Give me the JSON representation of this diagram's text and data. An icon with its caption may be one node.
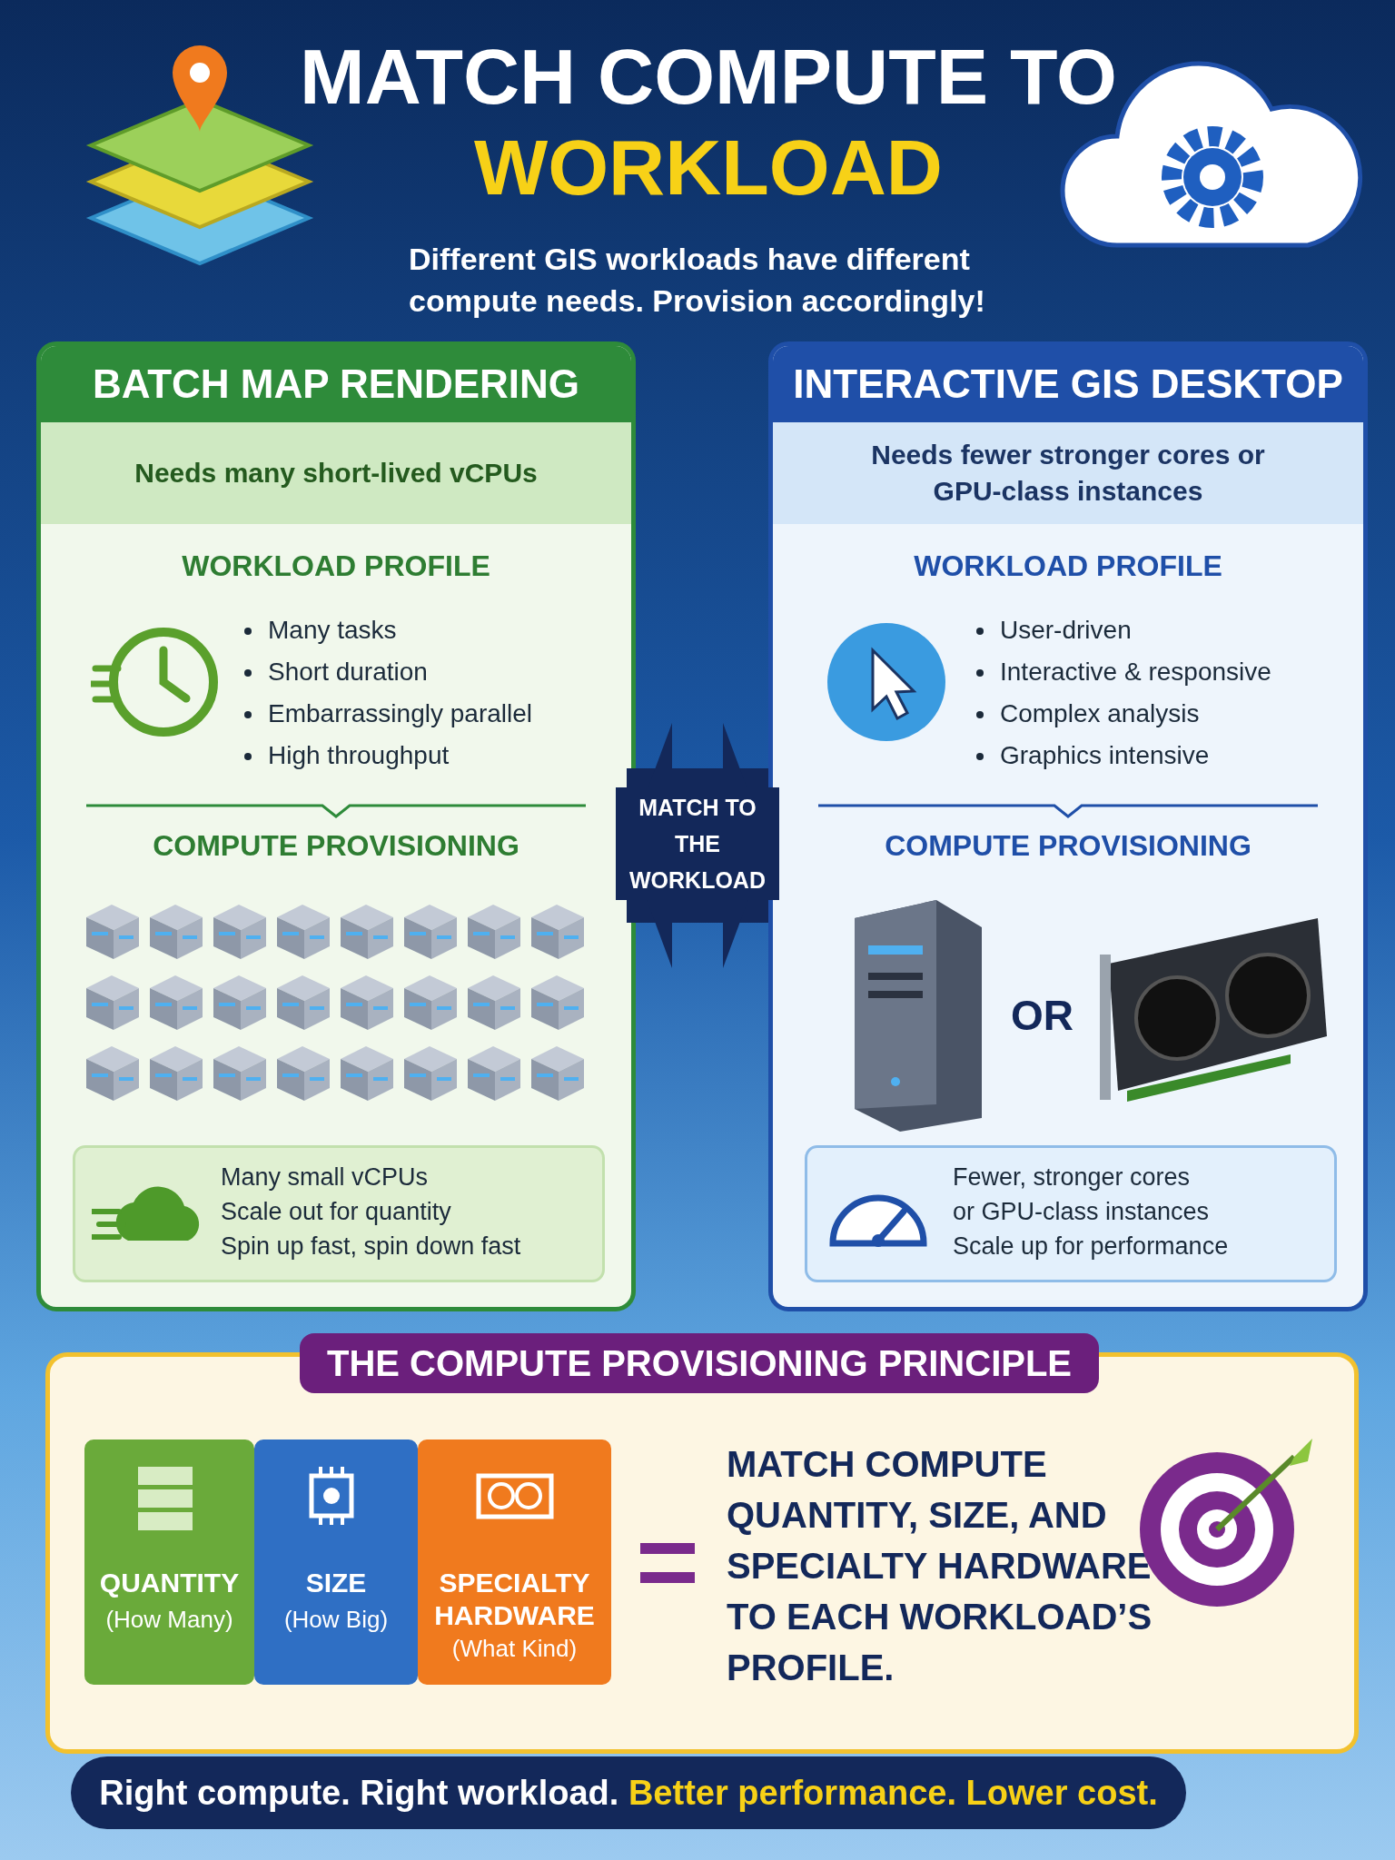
{
  "diagram": {
    "title": "MATCH COMPUTE TO WORKLOAD",
    "nodes": [
      {
        "text": [
          "BATCH MAP RENDERING",
          "Needs many short-lived vCPUs",
          "WORKLOAD PROFILE",
          "Many tasks",
          "Short duration",
          "Embarrassingly parallel",
          "High throughput",
          "COMPUTE PROVISIONING"
        ]
      },
      {
        "text": [
          "Many small vCPUs",
          "Scale out for quantity",
          "Spin up fast, spin down fast"
        ],
        "in": 0
      },
      {
        "text": [
          "INTERACTIVE GIS DESKTOP",
          "Needs fewer stronger cores or GPU-class instances",
          "WORKLOAD PROFILE",
          "User-driven",
          "Interactive & responsive",
          "Complex analysis",
          "Graphics intensive",
          "COMPUTE PROVISIONING"
        ]
      },
      {
        "text": [
          "Fewer, stronger cores",
          "or GPU-class instances",
          "Scale up for performance"
        ],
        "in": 2
      },
      {
        "text": [
          "THE COMPUTE PROVISIONING PRINCIPLE"
        ]
      },
      {
        "text": [
          "QUANTITY",
          "(How Many)"
        ],
        "in": 4
      },
      {
        "text": [
          "SIZE",
          "(How Big)"
        ],
        "in": 4
      },
      {
        "text": [
          "SPECIALTY HARDWARE",
          "(What Kind)"
        ],
        "in": 4
      },
      {
        "text": [
          "Right compute. Right workload.",
          "Better performance. Lower cost."
        ]
      }
    ],
    "edges": [
      {
        "from": 0,
        "to": 2,
        "arrow": "both",
        "label": "MATCH TO THE WORKLOAD"
      }
    ],
    "labels": [
      "Different GIS workloads have different compute needs. Provision accordingly!",
      "OR",
      "MATCH COMPUTE QUANTITY, SIZE, AND SPECIALTY HARDWARE TO EACH WORKLOAD’S PROFILE."
    ]
  }
}
